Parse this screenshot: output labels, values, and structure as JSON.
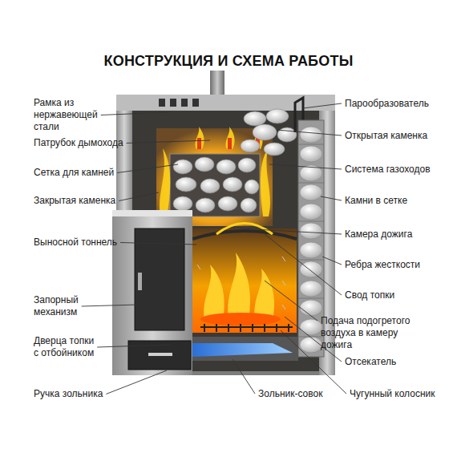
{
  "diagram": {
    "title": "КОНСТРУКЦИЯ И СХЕМА РАБОТЫ",
    "labels": [
      "Рамка из нержавеющей стали",
      "Патрубок дымохода",
      "Сетка для камней",
      "Закрытая каменка",
      "Выносной тоннель",
      "Запорный механизм",
      "Дверца топки с отбойником",
      "Ручка зольника",
      "Парообразователь",
      "Открытая каменка",
      "Система газоходов",
      "Камни в сетке",
      "Камера дожига",
      "Ребра жесткости",
      "Свод топки",
      "Подача подогретого воздуха в камеру дожига",
      "Отсекатель",
      "Чугунный колосник",
      "Зольник-совок"
    ]
  }
}
